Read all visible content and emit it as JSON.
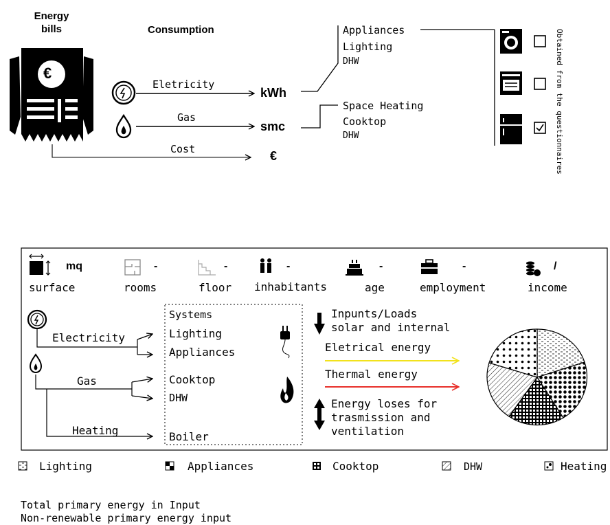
{
  "top": {
    "energy_bills_line1": "Energy",
    "energy_bills_line2": "bills",
    "consumption": "Consumption",
    "euro_icon_glyph": "€",
    "electricity_label": "Eletricity",
    "gas_label": "Gas",
    "cost_label": "Cost",
    "unit_kwh": "kWh",
    "unit_smc": "smc",
    "unit_euro": "€",
    "electricity_uses": [
      "Appliances",
      "Lighting",
      "DHW"
    ],
    "gas_uses": [
      "Space Heating",
      "Cooktop",
      "DHW"
    ],
    "questionnaire_caption": "Obtained from the questionnaires",
    "checkboxes": [
      false,
      false,
      true
    ]
  },
  "panel": {
    "stats": [
      {
        "icon": "surface-icon",
        "value": "mq",
        "label": "surface"
      },
      {
        "icon": "rooms-icon",
        "value": "-",
        "label": "rooms"
      },
      {
        "icon": "floor-icon",
        "value": "-",
        "label": "floor"
      },
      {
        "icon": "inhabitants-icon",
        "value": "-",
        "label": "inhabitants"
      },
      {
        "icon": "age-icon",
        "value": "-",
        "label": "age"
      },
      {
        "icon": "employment-icon",
        "value": "-",
        "label": "employment"
      },
      {
        "icon": "income-icon",
        "value": "/",
        "label": "income"
      }
    ],
    "flow_labels": {
      "electricity": "Electricity",
      "gas": "Gas",
      "heating": "Heating"
    },
    "systems_title": "Systems",
    "systems": [
      "Lighting",
      "Appliances",
      "Cooktop",
      "DHW",
      "Boiler"
    ],
    "inputs_line1": "Inpunts/Loads",
    "inputs_line2": "solar and internal",
    "electrical_energy": "Eletrical energy",
    "thermal_energy": "Thermal energy",
    "loses_line1": "Energy loses for",
    "loses_line2": "trasmission and",
    "loses_line3": "ventilation"
  },
  "legend": [
    "Lighting",
    "Appliances",
    "Cooktop",
    "DHW",
    "Heating"
  ],
  "footer": {
    "line1": "Total primary energy in Input",
    "line2": "Non-renewable primary energy input"
  },
  "colors": {
    "electrical": "#f2e21b",
    "thermal": "#e8302a"
  }
}
